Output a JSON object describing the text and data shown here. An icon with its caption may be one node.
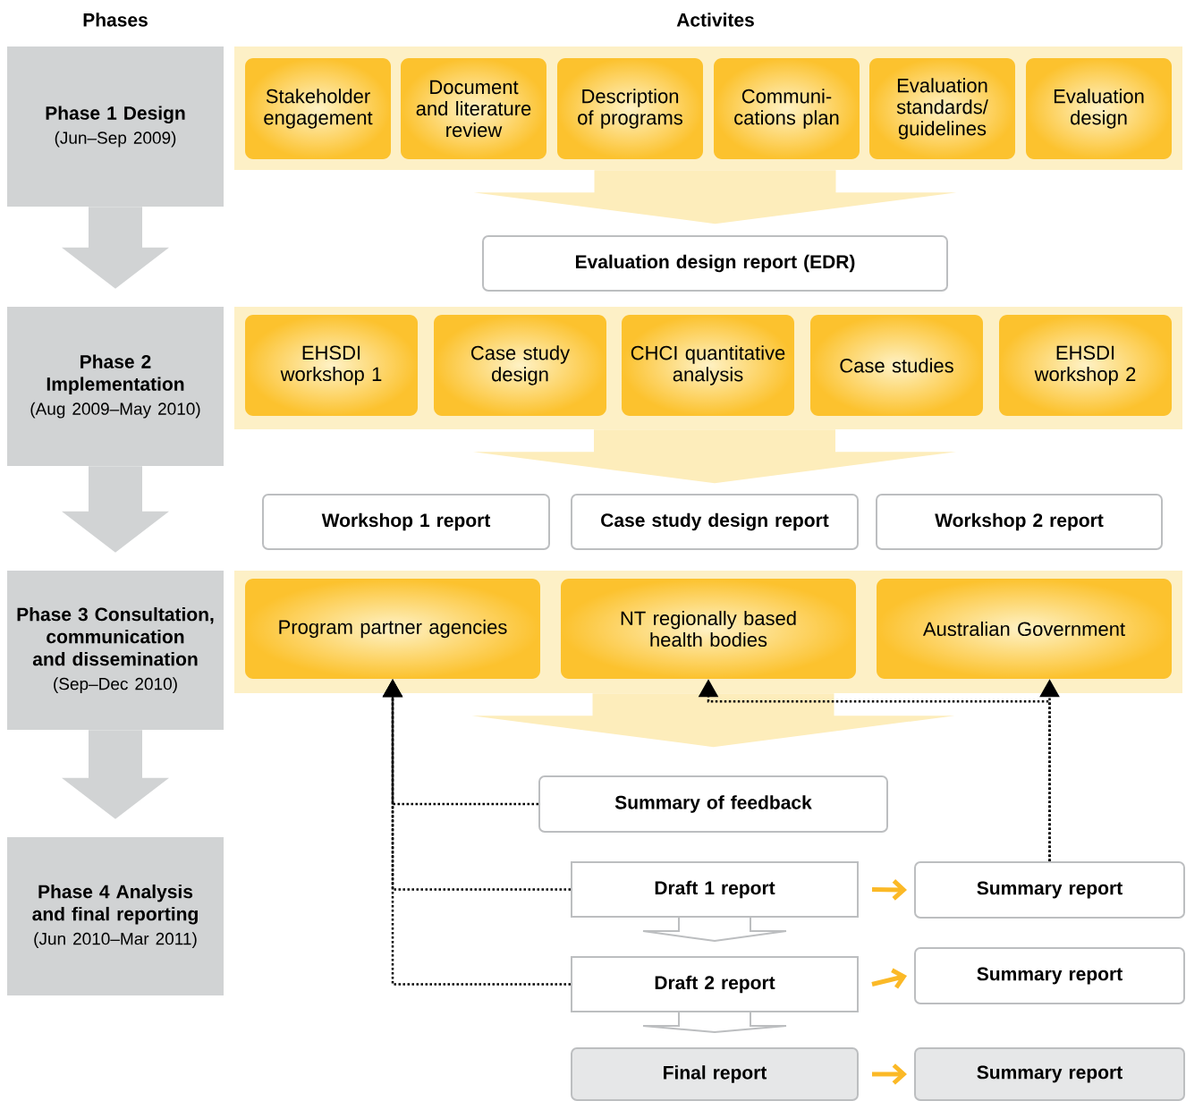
{
  "diagram": {
    "nodes": [
      {
        "text": [
          "Phase 1 Design",
          "(Jun–Sep 2009)"
        ]
      },
      {
        "text": [],
        "shape": "band"
      },
      {
        "text": [
          "Stakeholder engagement"
        ],
        "in": 1
      },
      {
        "text": [
          "Document and literature review"
        ],
        "in": 1
      },
      {
        "text": [
          "Description of programs"
        ],
        "in": 1
      },
      {
        "text": [
          "Communi- cations plan"
        ],
        "in": 1
      },
      {
        "text": [
          "Evaluation standards/ guidelines"
        ],
        "in": 1
      },
      {
        "text": [
          "Evaluation design"
        ],
        "in": 1
      },
      {
        "text": [
          "Evaluation design report (EDR)"
        ]
      },
      {
        "text": [
          "Phase 2 Implementation",
          "(Aug 2009–May 2010)"
        ]
      },
      {
        "text": [],
        "shape": "band"
      },
      {
        "text": [
          "EHSDI workshop 1"
        ],
        "in": 10
      },
      {
        "text": [
          "Case study design"
        ],
        "in": 10
      },
      {
        "text": [
          "CHCI quantitative analysis"
        ],
        "in": 10
      },
      {
        "text": [
          "Case studies"
        ],
        "in": 10
      },
      {
        "text": [
          "EHSDI workshop 2"
        ],
        "in": 10
      },
      {
        "text": [
          "Workshop 1 report"
        ]
      },
      {
        "text": [
          "Case study design report"
        ]
      },
      {
        "text": [
          "Workshop 2 report"
        ]
      },
      {
        "text": [
          "Phase 3 Consultation, communication and dissemination",
          "(Sep–Dec 2010)"
        ]
      },
      {
        "text": [],
        "shape": "band"
      },
      {
        "text": [
          "Program partner agencies"
        ],
        "in": 20
      },
      {
        "text": [
          "NT regionally based health bodies"
        ],
        "in": 20
      },
      {
        "text": [
          "Australian Government"
        ],
        "in": 20
      },
      {
        "text": [
          "Summary of feedback"
        ]
      },
      {
        "text": [
          "Phase 4 Analysis and final reporting",
          "(Jun 2010–Mar 2011)"
        ]
      },
      {
        "text": [
          "Draft 1 report"
        ]
      },
      {
        "text": [
          "Summary report"
        ]
      },
      {
        "text": [
          "Draft 2 report"
        ]
      },
      {
        "text": [
          "Summary report"
        ]
      },
      {
        "text": [
          "Final report"
        ]
      },
      {
        "text": [
          "Summary report"
        ]
      }
    ],
    "edges": [
      {
        "from": 0,
        "to": 9,
        "arrow": "to",
        "style": "thick",
        "color": "#d1d3d4"
      },
      {
        "from": 9,
        "to": 19,
        "arrow": "to",
        "style": "thick",
        "color": "#d1d3d4"
      },
      {
        "from": 19,
        "to": 25,
        "arrow": "to",
        "style": "thick",
        "color": "#d1d3d4"
      },
      {
        "from": 1,
        "to": 8,
        "arrow": "to",
        "style": "thick",
        "color": "#fdedbb"
      },
      {
        "from": 10,
        "to": 17,
        "arrow": "to",
        "style": "thick",
        "color": "#fdedbb"
      },
      {
        "from": 20,
        "to": 24,
        "arrow": "to",
        "style": "thick",
        "color": "#fdedbb"
      },
      {
        "from": 24,
        "to": 21,
        "arrow": "to",
        "style": "dashed"
      },
      {
        "from": 26,
        "to": 21,
        "arrow": "to",
        "style": "dashed"
      },
      {
        "from": 28,
        "to": 21,
        "arrow": "to",
        "style": "dashed"
      },
      {
        "from": 27,
        "to": 22,
        "arrow": "to",
        "style": "dashed"
      },
      {
        "from": 27,
        "to": 23,
        "arrow": "to",
        "style": "dashed"
      },
      {
        "from": 26,
        "to": 28,
        "arrow": "to",
        "style": "thick",
        "color": "#bcbec0"
      },
      {
        "from": 28,
        "to": 30,
        "arrow": "to",
        "style": "thick",
        "color": "#bcbec0"
      },
      {
        "from": 26,
        "to": 27,
        "arrow": "to",
        "style": "thick",
        "color": "#fbb927"
      },
      {
        "from": 28,
        "to": 29,
        "arrow": "to",
        "style": "thick",
        "color": "#fbb927"
      },
      {
        "from": 30,
        "to": 31,
        "arrow": "to",
        "style": "thick",
        "color": "#fbb927"
      }
    ],
    "labels": [
      "Phases",
      "Activites"
    ]
  }
}
